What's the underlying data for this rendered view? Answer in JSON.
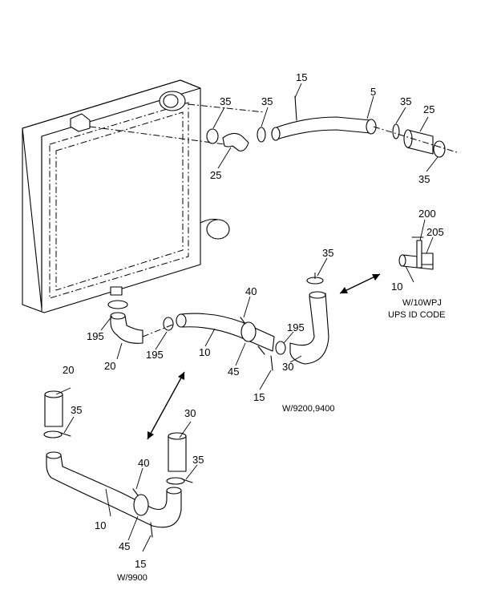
{
  "callouts": {
    "c15_top": "15",
    "c35_a": "35",
    "c35_b": "35",
    "c5": "5",
    "c35_c": "35",
    "c25_right": "25",
    "c25_left": "25",
    "c35_d": "35",
    "c200": "200",
    "c205": "205",
    "c10_right": "10",
    "c35_mid": "35",
    "c40_mid": "40",
    "c195_right": "195",
    "c195_left": "195",
    "c195_mid": "195",
    "c20_mid": "20",
    "c10_mid": "10",
    "c45_mid": "45",
    "c30_mid": "30",
    "c15_mid": "15",
    "c20_low": "20",
    "c35_low_left": "35",
    "c30_low": "30",
    "c40_low": "40",
    "c35_low_right": "35",
    "c10_low": "10",
    "c45_low": "45",
    "c15_low": "15"
  },
  "notes": {
    "wpj_line1": "W/10WPJ",
    "wpj_line2": "UPS ID CODE",
    "models_9200": "W/9200,9400",
    "model_9900": "W/9900"
  }
}
